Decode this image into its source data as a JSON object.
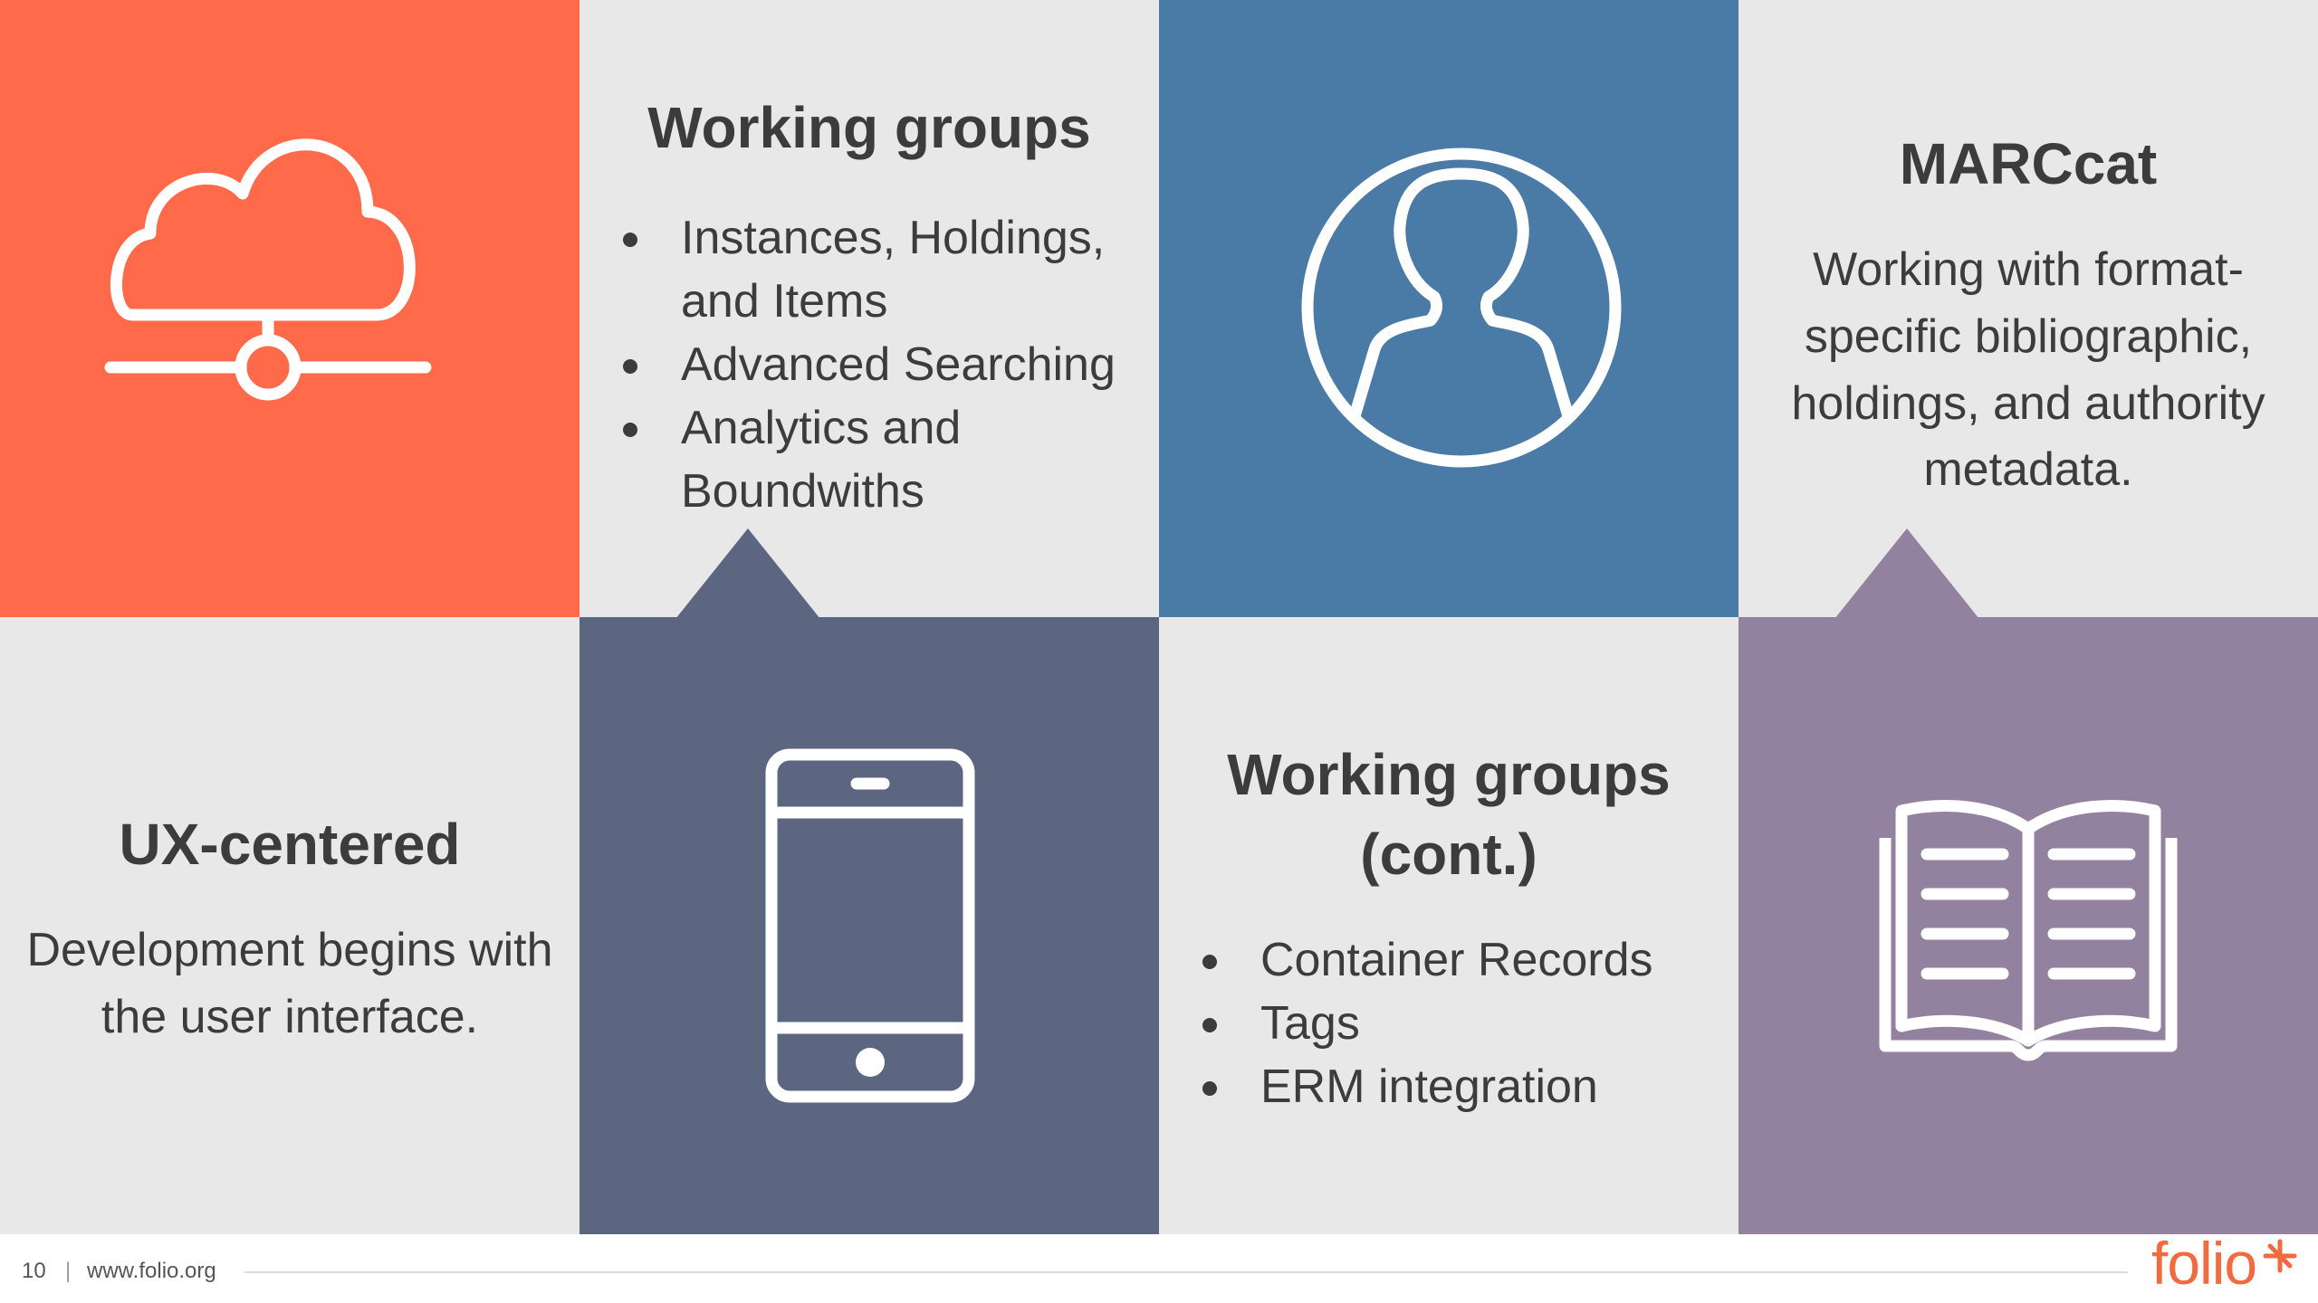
{
  "colors": {
    "orange": "#ff6a4a",
    "light_gray": "#e8e8e8",
    "steel_blue": "#4a7aa6",
    "slate": "#5c6680",
    "mauve": "#93829f",
    "text": "#3c3c3c",
    "brand": "#f26a3f"
  },
  "tile_ux_icon": {
    "icon": "cloud-network-icon"
  },
  "tile_working_groups": {
    "title": "Working groups",
    "items": [
      "Instances, Holdings, and Items",
      "Advanced Searching",
      "Analytics and Boundwiths"
    ]
  },
  "tile_person_icon": {
    "icon": "user-circle-icon"
  },
  "tile_marccat": {
    "title": "MARCcat",
    "description": "Working with format-specific bibliographic, holdings, and authority metadata."
  },
  "tile_ux_centered": {
    "title": "UX-centered",
    "description": "Development begins with the user interface."
  },
  "tile_phone_icon": {
    "icon": "smartphone-icon"
  },
  "tile_working_groups_cont": {
    "title": "Working groups (cont.)",
    "items": [
      "Container Records",
      "Tags",
      "ERM integration"
    ]
  },
  "tile_book_icon": {
    "icon": "open-book-icon"
  },
  "footer": {
    "page_number": "10",
    "separator": "|",
    "url": "www.folio.org",
    "logo_text": "folio"
  }
}
